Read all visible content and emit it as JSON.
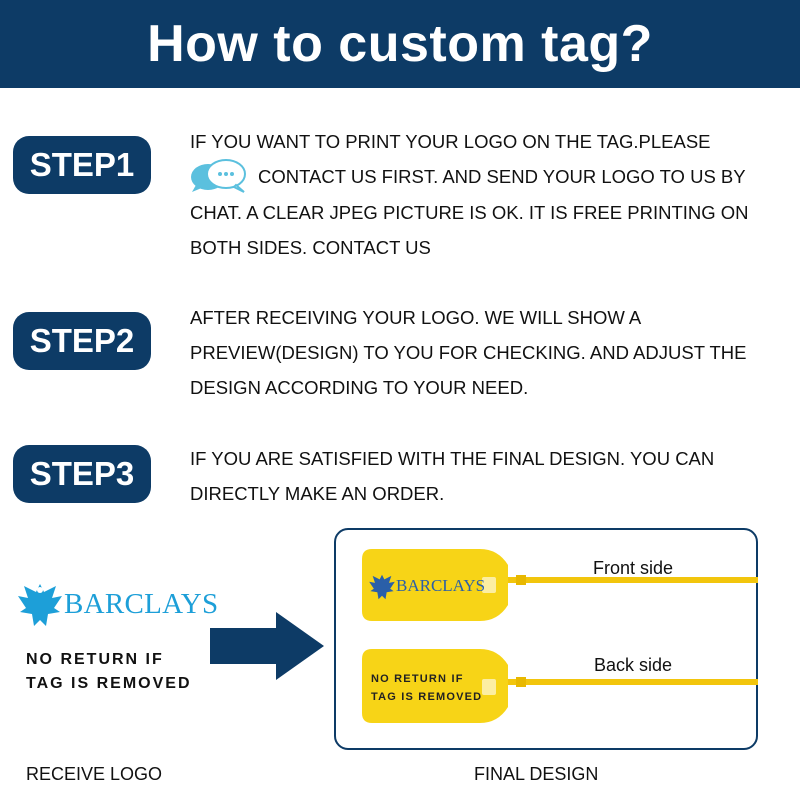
{
  "header": {
    "title": "How to custom tag?",
    "background": "#0d3b66"
  },
  "steps": [
    {
      "badge": "STEP1",
      "lines": [
        "IF YOU WANT TO PRINT YOUR LOGO ON THE TAG.PLEASE",
        "CONTACT US FIRST. AND SEND YOUR LOGO TO US BY",
        "CHAT. A CLEAR JPEG PICTURE IS OK. IT IS FREE PRINTING ON",
        "BOTH SIDES. CONTACT US"
      ],
      "icon": "chat-bubble-icon"
    },
    {
      "badge": "STEP2",
      "lines": [
        "AFTER RECEIVING YOUR LOGO. WE WILL SHOW A",
        "PREVIEW(DESIGN) TO YOU FOR CHECKING. AND ADJUST THE",
        "DESIGN ACCORDING TO YOUR NEED."
      ]
    },
    {
      "badge": "STEP3",
      "lines": [
        "IF YOU ARE SATISFIED WITH THE FINAL DESIGN. YOU CAN",
        "DIRECTLY MAKE AN ORDER."
      ]
    }
  ],
  "logo": {
    "brand": "BARCLAYS",
    "color": "#1d9fd8",
    "return_line1": "NO RETURN IF",
    "return_line2": "TAG IS REMOVED"
  },
  "tags": {
    "front_label": "Front side",
    "back_label": "Back side",
    "brand": "BARCLAYS",
    "return_line1": "NO RETURN IF",
    "return_line2": "TAG IS REMOVED",
    "color": "#f7d417"
  },
  "labels": {
    "receive_logo": "RECEIVE LOGO",
    "final_design": "FINAL DESIGN"
  }
}
